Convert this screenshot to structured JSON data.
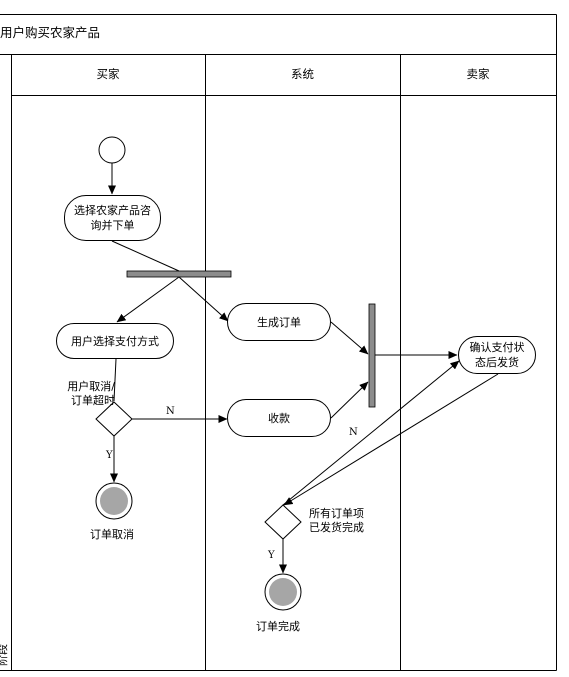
{
  "diagram": {
    "title": "用户购买农家产品",
    "side_label": "阶段",
    "lanes": [
      "买家",
      "系统",
      "卖家"
    ],
    "activities": {
      "select": [
        "选择农家产品咨",
        "询并下单"
      ],
      "pay_method": "用户选择支付方式",
      "create_order": "生成订单",
      "collect": "收款",
      "confirm": [
        "确认支付状",
        "态后发货"
      ]
    },
    "guards": {
      "cancel": [
        "用户取消/",
        "订单超时"
      ],
      "all_shipped": [
        "所有订单项",
        "已发货完成"
      ],
      "yes": "Y",
      "no": "N"
    },
    "finals": {
      "cancelled": "订单取消",
      "completed": "订单完成"
    }
  }
}
